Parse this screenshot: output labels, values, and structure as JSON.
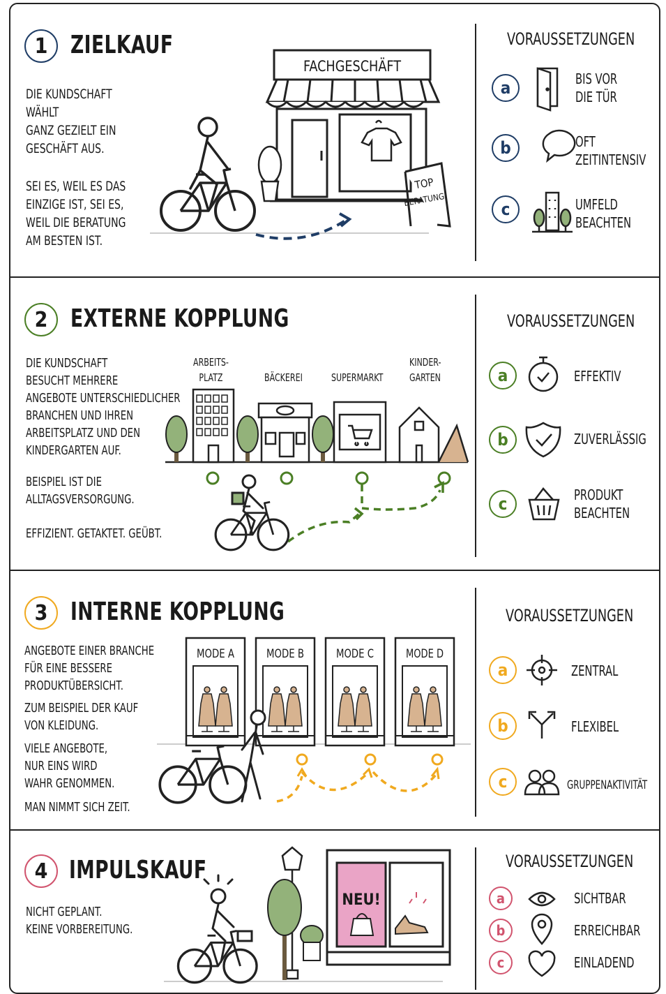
{
  "colors": {
    "navy": "#1f3d66",
    "green": "#4b7f25",
    "orange": "#f0a91f",
    "pink": "#d1546e",
    "ink": "#222222",
    "plant": "#93b27a",
    "skin": "#d7b390",
    "neu_bg": "#eaa4c6"
  },
  "sections": [
    {
      "number": "1",
      "title": "ZIELKAUF",
      "paragraphs": [
        "DIE KUNDSCHAFT\nWÄHLT\nGANZ GEZIELT EIN\nGESCHÄFT AUS.",
        "SEI ES, WEIL ES DAS\nEINZIGE IST, SEI ES,\nWEIL DIE BERATUNG\nAM BESTEN IST."
      ],
      "shop_label": "FACHGESCHÄFT",
      "sign_label": "TOP\nBERATUNG",
      "requirements_heading": "VORAUSSETZUNGEN",
      "requirements": [
        {
          "letter": "a",
          "icon": "door-icon",
          "text": "BIS VOR\nDIE TÜR"
        },
        {
          "letter": "b",
          "icon": "speech-bubble-icon",
          "text": "OFT\nZEITINTENSIV"
        },
        {
          "letter": "c",
          "icon": "buildings-trees-icon",
          "text": "UMFELD\nBEACHTEN"
        }
      ]
    },
    {
      "number": "2",
      "title": "EXTERNE KOPPLUNG",
      "paragraphs": [
        "DIE KUNDSCHAFT\nBESUCHT MEHRERE\nANGEBOTE UNTERSCHIEDLICHER\nBRANCHEN UND IHREN\nARBEITSPLATZ UND DEN\nKINDERGARTEN AUF.",
        "BEISPIEL IST DIE\nALLTAGSVERSORGUNG.",
        "EFFIZIENT. GETAKTET. GEÜBT."
      ],
      "places": [
        "ARBEITS-\nPLATZ",
        "BÄCKEREI",
        "SUPERMARKT",
        "KINDER-\nGARTEN"
      ],
      "requirements_heading": "VORAUSSETZUNGEN",
      "requirements": [
        {
          "letter": "a",
          "icon": "stopwatch-icon",
          "text": "EFFEKTIV"
        },
        {
          "letter": "b",
          "icon": "shield-check-icon",
          "text": "ZUVERLÄSSIG"
        },
        {
          "letter": "c",
          "icon": "basket-icon",
          "text": "PRODUKT\nBEACHTEN"
        }
      ]
    },
    {
      "number": "3",
      "title": "INTERNE KOPPLUNG",
      "paragraphs": [
        "ANGEBOTE EINER BRANCHE\nFÜR EINE BESSERE\nPRODUKTÜBERSICHT.",
        "ZUM BEISPIEL DER KAUF\nVON KLEIDUNG.",
        "VIELE ANGEBOTE,\nNUR EINS WIRD\nWAHR GENOMMEN.",
        "MAN NIMMT SICH ZEIT."
      ],
      "stores": [
        "MODE A",
        "MODE B",
        "MODE C",
        "MODE D"
      ],
      "requirements_heading": "VORAUSSETZUNGEN",
      "requirements": [
        {
          "letter": "a",
          "icon": "target-icon",
          "text": "ZENTRAL"
        },
        {
          "letter": "b",
          "icon": "fork-arrows-icon",
          "text": "FLEXIBEL"
        },
        {
          "letter": "c",
          "icon": "group-icon",
          "text": "GRUPPENAKTIVITÄT"
        }
      ]
    },
    {
      "number": "4",
      "title": "IMPULSKAUF",
      "paragraphs": [
        "NICHT GEPLANT.\nKEINE VORBEREITUNG."
      ],
      "window_label": "NEU!",
      "requirements_heading": "VORAUSSETZUNGEN",
      "requirements": [
        {
          "letter": "a",
          "icon": "eye-icon",
          "text": "SICHTBAR"
        },
        {
          "letter": "b",
          "icon": "location-pin-icon",
          "text": "ERREICHBAR"
        },
        {
          "letter": "c",
          "icon": "heart-icon",
          "text": "EINLADEND"
        }
      ]
    }
  ]
}
